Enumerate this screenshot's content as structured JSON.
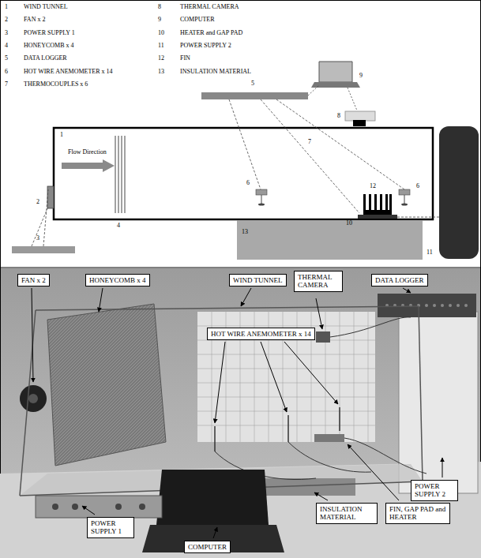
{
  "diagram": {
    "nodes": [
      {
        "text": [
          "FAN x 2"
        ]
      },
      {
        "text": [
          "HONEYCOMB x 4"
        ]
      },
      {
        "text": [
          "WIND TUNNEL"
        ]
      },
      {
        "text": [
          "THERMAL CAMERA"
        ]
      },
      {
        "text": [
          "DATA LOGGER"
        ]
      },
      {
        "text": [
          "HOT WIRE ANEMOMETER x 14"
        ]
      },
      {
        "text": [
          "POWER SUPPLY 2"
        ]
      },
      {
        "text": [
          "POWER SUPPLY 1"
        ]
      },
      {
        "text": [
          "COMPUTER"
        ]
      },
      {
        "text": [
          "INSULATION MATERIAL"
        ]
      },
      {
        "text": [
          "FIN, GAP PAD and HEATER"
        ]
      }
    ],
    "labels": [
      "1",
      "WIND TUNNEL",
      "2",
      "FAN x 2",
      "3",
      "POWER SUPPLY 1",
      "4",
      "HONEYCOMB x 4",
      "5",
      "DATA LOGGER",
      "6",
      "HOT WIRE ANEMOMETER x 14",
      "7",
      "THERMOCOUPLES x 6",
      "8",
      "THERMAL CAMERA",
      "9",
      "COMPUTER",
      "10",
      "HEATER and GAP PAD",
      "11",
      "POWER SUPPLY 2",
      "12",
      "FIN",
      "13",
      "INSULATION MATERIAL",
      "5",
      "9",
      "8",
      "1",
      "7",
      "6",
      "6",
      "12",
      "2",
      "Flow Direction",
      "4",
      "10",
      "3",
      "13",
      "11"
    ]
  }
}
